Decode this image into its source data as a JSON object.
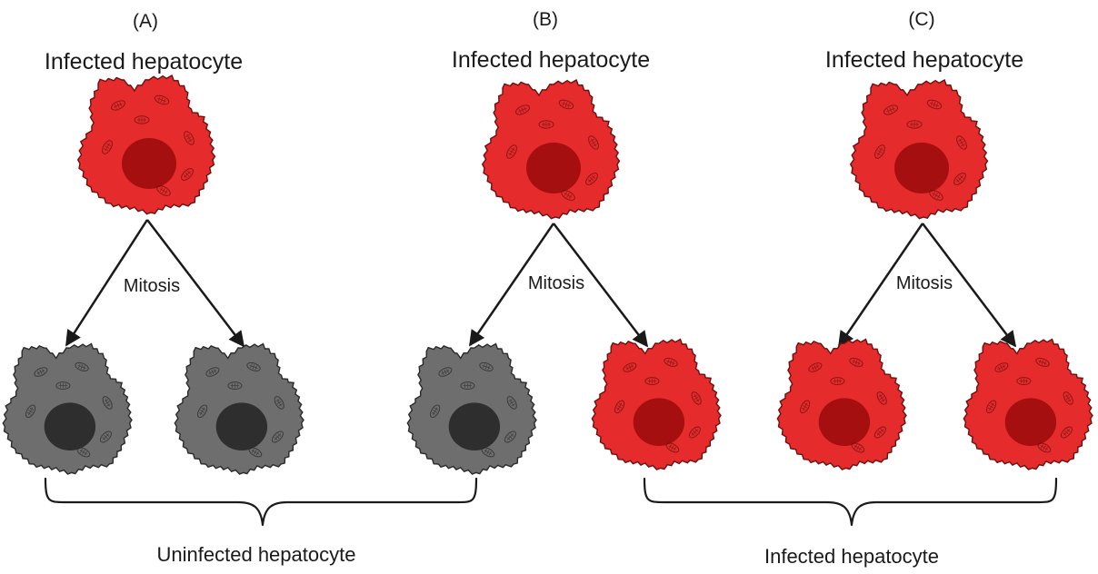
{
  "colors": {
    "infected_body": "#e52b2b",
    "infected_nucleus": "#a50f0f",
    "infected_edge": "#6b1010",
    "uninfected_body": "#6e6e6e",
    "uninfected_nucleus": "#2e2e2e",
    "uninfected_edge": "#2a2a2a",
    "arrow": "#1a1a1a"
  },
  "panels": [
    {
      "letter": "(A)",
      "parent_label": "Infected hepatocyte",
      "process_label": "Mitosis",
      "daughters": [
        "uninfected",
        "uninfected"
      ]
    },
    {
      "letter": "(B)",
      "parent_label": "Infected hepatocyte",
      "process_label": "Mitosis",
      "daughters": [
        "uninfected",
        "infected"
      ]
    },
    {
      "letter": "(C)",
      "parent_label": "Infected hepatocyte",
      "process_label": "Mitosis",
      "daughters": [
        "infected",
        "infected"
      ]
    }
  ],
  "groups": {
    "uninfected_label": "Uninfected hepatocyte",
    "infected_label": "Infected hepatocyte"
  }
}
